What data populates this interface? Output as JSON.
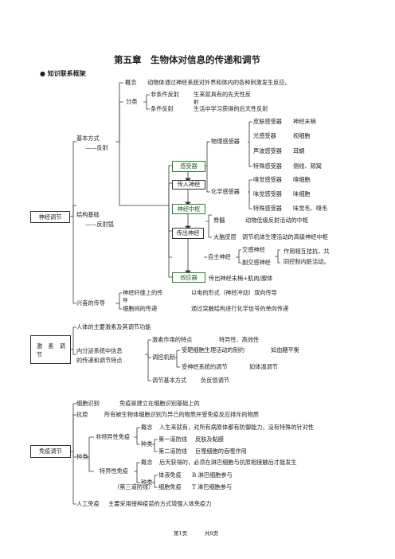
{
  "header": {
    "chapter_title": "第五章　生物体对信息的传递和调节",
    "section_title": "● 知识联系框架"
  },
  "nerve": {
    "root": "神经调节",
    "basic_mode": "基本方式",
    "basic_mode_sub": "——反射",
    "concept_label": "概念",
    "concept_text": "动物体通过神经系统对外界和体内的各种刺激发生反应。",
    "class_label": "分类",
    "uncond_label": "非条件反射",
    "uncond_text": "生来就具有的先天性反",
    "uncond_text2": "射",
    "cond_label": "条件反射",
    "cond_text": "生活中学习获得的后天性反射",
    "structure": "结构基础",
    "structure_sub": "——反射弧",
    "receptor": "感受器",
    "afferent": "传入神经",
    "center": "神经中枢",
    "efferent": "传出神经",
    "effector": "效应器",
    "physical_receptor": "物理感受器",
    "chemical_receptor": "化学感受器",
    "phys_items": [
      {
        "name": "皮肤感受器",
        "site": "神经末梢"
      },
      {
        "name": "光感受器",
        "site": "视细胞"
      },
      {
        "name": "声波感受器",
        "site": "耳蜗"
      },
      {
        "name": "特殊感受器",
        "site": "侧线、颊窝"
      }
    ],
    "chem_items": [
      {
        "name": "嗅觉感受器",
        "site": "嗅细胞"
      },
      {
        "name": "味觉感受器",
        "site": "味细胞"
      },
      {
        "name": "特殊感受器",
        "site": "味觉毛、嗅毛"
      }
    ],
    "spinal": "脊髓",
    "spinal_text": "动物低级反射活动的中枢",
    "cortex": "大脑皮层",
    "cortex_text": "调节机体生理活动的高级神经中枢",
    "autonomic": "自主神经",
    "sympathetic": "交感神经",
    "parasympathetic": "副交感神经",
    "antagonism": "作用相互拮抗，共",
    "antagonism2": "同控制内脏活动。",
    "effector_text": "传出神经末梢+肌肉/腺体",
    "conduction": "兴奋的传导",
    "on_fiber": "神经纤维上的传",
    "on_fiber2": "导",
    "on_fiber_text": "以电的形式（神经冲动）双向传导",
    "between_cells": "细胞间的传递",
    "between_cells_text": "通过突触结构进行化学信号的单向传递"
  },
  "hormone": {
    "root": "激　素　调　节",
    "main_hormones": "人体的主要激素及其调节功能",
    "endocrine": "内分泌系统中信息",
    "endocrine2": "的传递和调节特点",
    "features_label": "激素作用的特点",
    "features_text": "特异性、高效性",
    "mechanism": "调控机制",
    "mech1": "受靶细胞生理活动的制约",
    "mech1_text": "如血糖平衡",
    "mech2": "受神经系统的调节",
    "mech2_text": "如体温调节",
    "basic_mode": "调节基本方式",
    "basic_mode_text": "负反馈调节"
  },
  "immune": {
    "root": "免疫调节",
    "cell_recog": "细胞识别",
    "cell_recog_text": "免疫是建立在细胞识别基础上的",
    "antigen": "抗原",
    "antigen_text": "所有被生物体细胞识别为异己的物质并受免疫反应排斥的物质",
    "types": "种类",
    "nonspecific": "非特异性免疫",
    "ns_concept": "概念",
    "ns_concept_text": "人生来就有，对所有病原体都有防御能力，没有特殊的针对性",
    "ns_types": "种类",
    "line1": "第一道防线",
    "line1_text": "皮肤及黏膜",
    "line2": "第二道防线",
    "line2_text": "巨噬细胞的吞噬作用",
    "specific": "特异性免疫",
    "specific_sub": "（第三道防线）",
    "sp_concept": "概念",
    "sp_concept_text": "后天获得的，必须在淋巴细胞与抗原相接触后才能发生",
    "sp_types": "种类",
    "humoral": "体液免疫",
    "humoral_text": "B 淋巴细胞参与",
    "cellular": "细胞免疫",
    "cellular_text": "T 淋巴细胞参与",
    "artificial": "人工免疫",
    "artificial_text": "主要采用接种疫苗的方式增强人体免疫力"
  },
  "footer": {
    "page": "第1页",
    "total": "共8页"
  },
  "colors": {
    "green_box": "#2e7d32",
    "line": "#333333"
  }
}
